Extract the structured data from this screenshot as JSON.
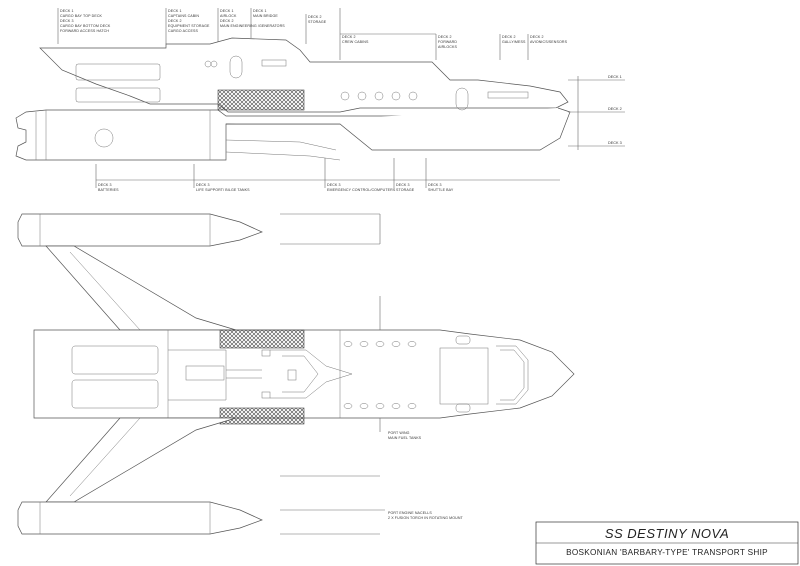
{
  "title_block": {
    "name": "SS DESTINY NOVA",
    "subtitle": "BOSKONIAN 'BARBARY-TYPE' TRANSPORT SHIP"
  },
  "side_view": {
    "top_labels": [
      {
        "lines": [
          "DECK 1",
          "CARGO BAY TOP DECK",
          "DECK 3",
          "CARGO BAY BOTTOM DECK",
          "FORWARD ACCESS HATCH"
        ]
      },
      {
        "lines": [
          "DECK 1",
          "CAPTAINS CABIN",
          "DECK 2",
          "EQUIPMENT STORAGE",
          "CARGO ACCESS"
        ]
      },
      {
        "lines": [
          "DECK 1",
          "AIRLOCK",
          "DECK 2",
          "MAIN ENGINEERING /GENERATORS"
        ]
      },
      {
        "lines": [
          "DECK 1",
          "MAIN BRIDGE"
        ]
      },
      {
        "lines": [
          "DECK 2",
          "STORAGE"
        ]
      },
      {
        "lines": [
          "DECK 2",
          "CREW CABINS"
        ]
      },
      {
        "lines": [
          "DECK 2",
          "FORWARD",
          "AIRLOCKS"
        ]
      },
      {
        "lines": [
          "DECK 2",
          "GALLY/MESS"
        ]
      },
      {
        "lines": [
          "DECK 2",
          "AVIONICS/SENSORS"
        ]
      }
    ],
    "bottom_labels": [
      {
        "lines": [
          "DECK 3",
          "BATTERIES"
        ]
      },
      {
        "lines": [
          "DECK 3",
          "LIFE SUPPORT/ BILGE TANKS"
        ]
      },
      {
        "lines": [
          "DECK 3",
          "EMERGENCY CONTROL/COMPUTERS"
        ]
      },
      {
        "lines": [
          "DECK 3",
          "STORAGE"
        ]
      },
      {
        "lines": [
          "DECK 3",
          "SHUTTLE BAY"
        ]
      }
    ],
    "deck_markers": [
      "DECK 1",
      "DECK 2",
      "DECK 3"
    ]
  },
  "top_view": {
    "labels": [
      {
        "lines": [
          "PORT WING",
          "MAIN FUEL TANKS"
        ]
      },
      {
        "lines": [
          "PORT ENGINE NACELLS",
          "2 X FUSION TORCH IN ROTATING MOUNT"
        ]
      }
    ]
  },
  "colors": {
    "line": "#555555",
    "hatch": "#444444",
    "background": "#ffffff"
  }
}
